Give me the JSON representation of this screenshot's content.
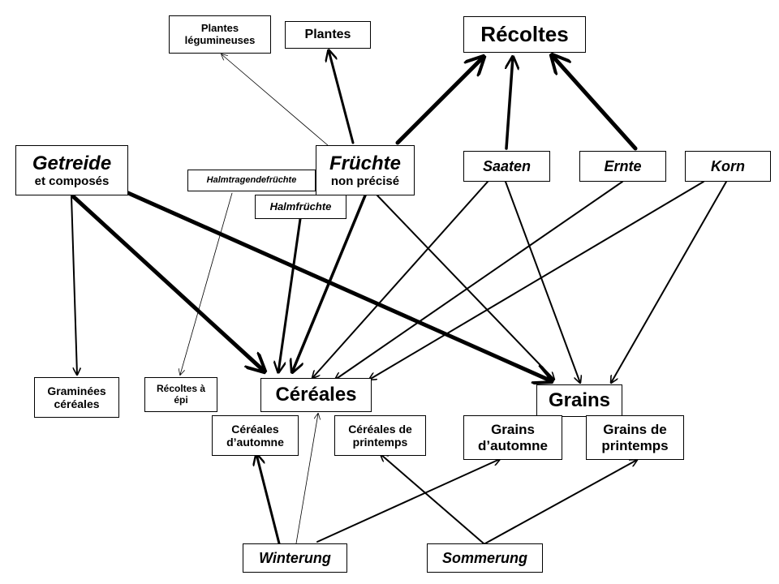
{
  "nodes": {
    "plantes_legumineuses": {
      "line1": "Plantes",
      "line2": "légumineuses"
    },
    "plantes": {
      "label": "Plantes"
    },
    "recoltes": {
      "label": "Récoltes"
    },
    "getreide": {
      "title": "Getreide",
      "sub": "et composés"
    },
    "fruchte": {
      "title": "Früchte",
      "sub": "non précisé"
    },
    "saaten": {
      "label": "Saaten"
    },
    "ernte": {
      "label": "Ernte"
    },
    "korn": {
      "label": "Korn"
    },
    "halmtragendefruchte": {
      "label": "Halmtragendefrüchte"
    },
    "halmfruchte": {
      "label": "Halmfrüchte"
    },
    "graminees_cereales": {
      "line1": "Graminées",
      "line2": "céréales"
    },
    "recoltes_a_epi": {
      "line1": "Récoltes à",
      "line2": "épi"
    },
    "cereales": {
      "label": "Céréales"
    },
    "grains": {
      "label": "Grains"
    },
    "cereales_automne": {
      "line1": "Céréales",
      "line2": "d’automne"
    },
    "cereales_printemps": {
      "line1": "Céréales de",
      "line2": "printemps"
    },
    "grains_automne": {
      "line1": "Grains",
      "line2": "d’automne"
    },
    "grains_printemps": {
      "line1": "Grains de",
      "line2": "printemps"
    },
    "winterung": {
      "label": "Winterung"
    },
    "sommerung": {
      "label": "Sommerung"
    }
  },
  "colors": {
    "ink": "#000000",
    "background": "#ffffff"
  }
}
